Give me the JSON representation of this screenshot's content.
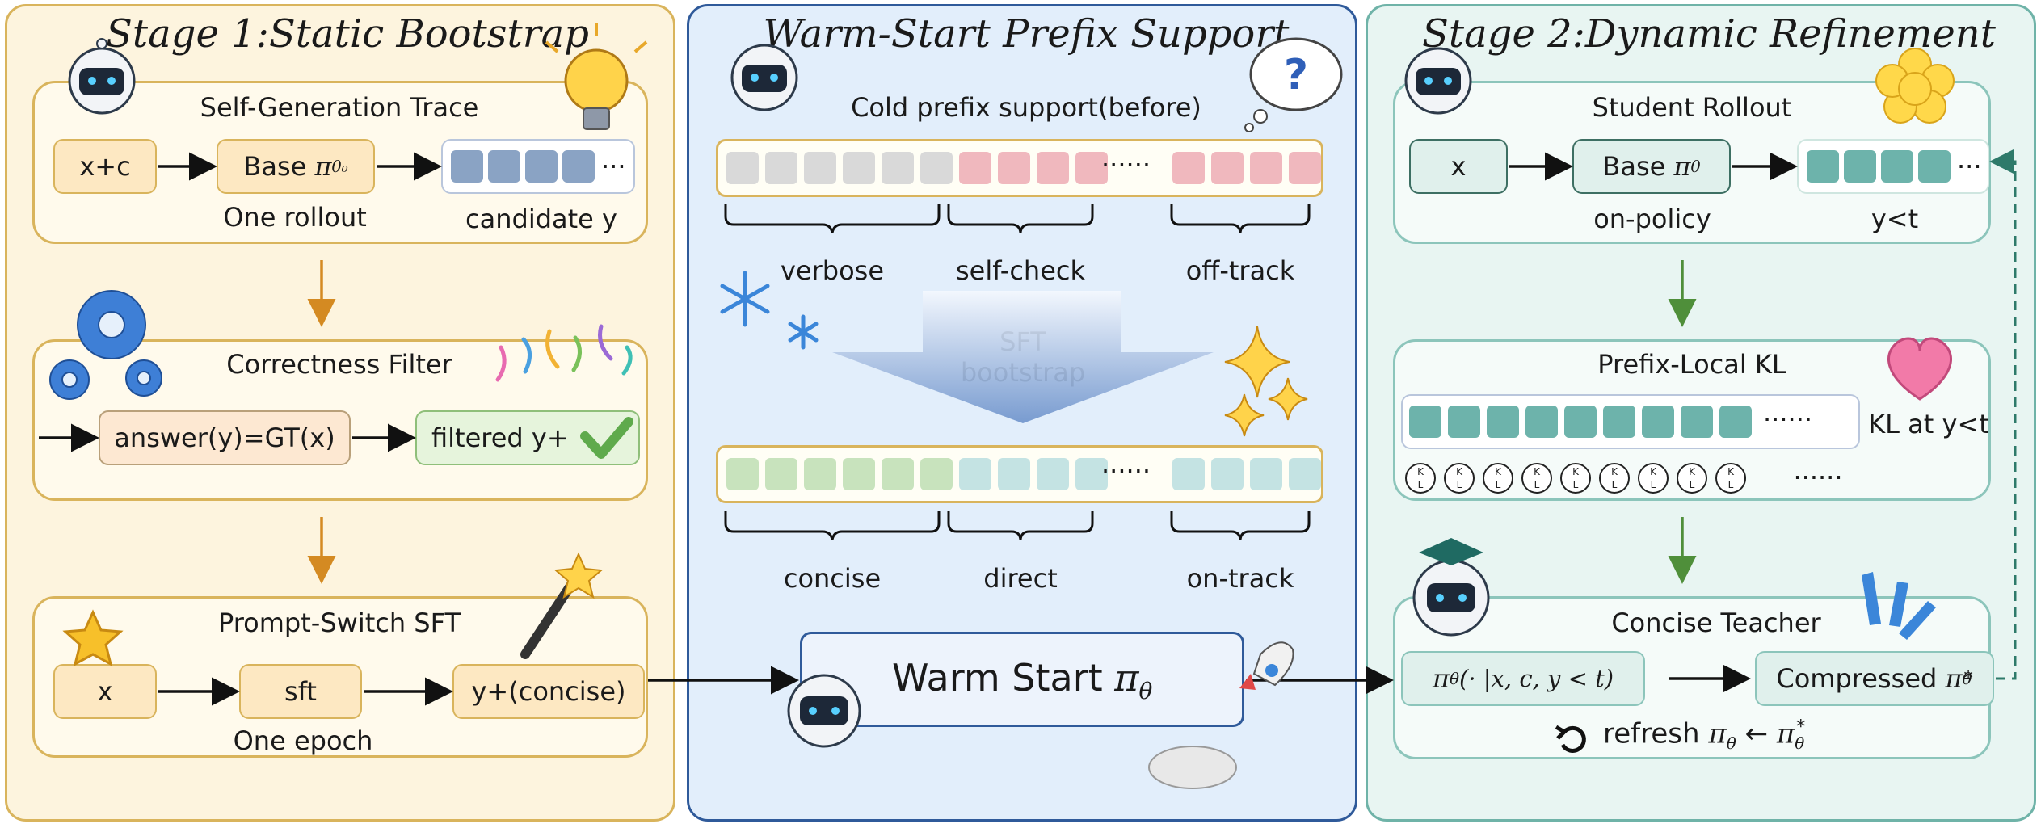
{
  "stage1": {
    "title": "Stage 1:Static Bootstrap",
    "trace": {
      "title": "Self-Generation Trace",
      "input": "x+c",
      "policy": "Base",
      "policy_sym": "π",
      "policy_sub": "θ₀",
      "rollout_label": "One rollout",
      "candidate_label": "candidate y",
      "dots": "···"
    },
    "filter": {
      "title": "Correctness Filter",
      "check": "answer(y)=GT(x)",
      "result": "filtered y+"
    },
    "sft": {
      "title": "Prompt-Switch SFT",
      "input": "x",
      "mid": "sft",
      "output": "y+(concise)",
      "epoch_label": "One epoch"
    }
  },
  "warm": {
    "title": "Warm-Start Prefix Support",
    "cold_label": "Cold prefix support(before)",
    "cold_groups": [
      "verbose",
      "self-check",
      "off-track"
    ],
    "dots": "······",
    "bootstrap_line1": "SFT",
    "bootstrap_line2": "bootstrap",
    "warm_groups": [
      "concise",
      "direct",
      "on-track"
    ],
    "warm_start_label": "Warm Start",
    "warm_start_sym": "π",
    "warm_start_sub": "θ"
  },
  "stage2": {
    "title": "Stage 2:Dynamic Refinement",
    "rollout": {
      "title": "Student Rollout",
      "input": "x",
      "policy": "Base",
      "policy_sym": "π",
      "policy_sub": "θ",
      "onpolicy_label": "on-policy",
      "prefix_label": "y<t",
      "dots": "···"
    },
    "kl": {
      "title": "Prefix-Local KL",
      "side_label": "KL at y<t",
      "dots": "······",
      "kl_k": "K",
      "kl_l": "L"
    },
    "teacher": {
      "title": "Concise Teacher",
      "cond": "π",
      "cond_sub": "θ",
      "cond_args": "(· |x, c, y < t)",
      "compressed": "Compressed",
      "comp_sym": "π",
      "comp_sub": "θ",
      "comp_sup": "*",
      "refresh": "refresh",
      "refresh_eq": "π",
      "refresh_eq_sub": "θ",
      "refresh_arrow": "←",
      "refresh_rhs": "π",
      "refresh_rhs_sub": "θ",
      "refresh_rhs_sup": "*"
    }
  },
  "colors": {
    "stage1_bg": "#fdf4de",
    "stage1_border": "#d9b45c",
    "warm_bg": "#e2eefb",
    "warm_border": "#2f5a9a",
    "stage2_bg": "#e8f5f2",
    "stage2_border": "#6fb3a8",
    "orange_arrow": "#d48a22",
    "green_arrow": "#4f8f3a",
    "token_gray": "#d9d9d9",
    "token_pink": "#f0b8be",
    "token_green": "#c8e3bd",
    "token_cyan": "#c4e3e3",
    "token_blue": "#8aa3c4",
    "token_teal": "#6db3ab"
  },
  "icons": [
    "robot-icon",
    "lightbulb-icon",
    "gear-icon",
    "confetti-icon",
    "checkmark-icon",
    "star-icon",
    "magic-wand-icon",
    "question-bubble-icon",
    "snowflake-icon",
    "sparkle-icon",
    "rocket-icon",
    "flower-icon",
    "heart-icon",
    "graduation-cap-icon",
    "exclamation-icon",
    "refresh-icon"
  ]
}
